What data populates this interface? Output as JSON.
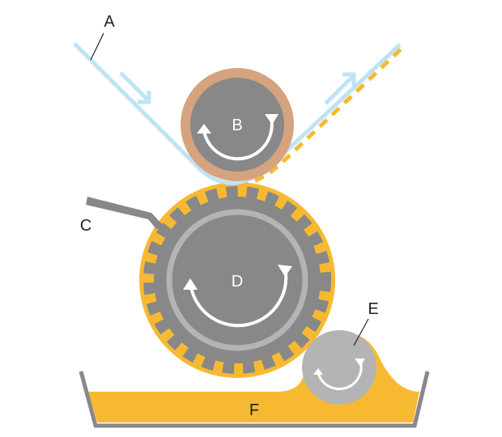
{
  "labels": {
    "a": "A",
    "b": "B",
    "c": "C",
    "d": "D",
    "e": "E",
    "f": "F"
  },
  "colors": {
    "web": "#bfe3f5",
    "ink": "#f8b932",
    "roller": "#888888",
    "roller_light": "#b4b4b4",
    "rubber": "#d5a37e",
    "rotation_arrow": "#ffffff",
    "tray": "#888888",
    "text": "#222222"
  },
  "icons": {
    "rotation": "circular-arrow-icon",
    "flow": "direction-arrow-icon"
  }
}
